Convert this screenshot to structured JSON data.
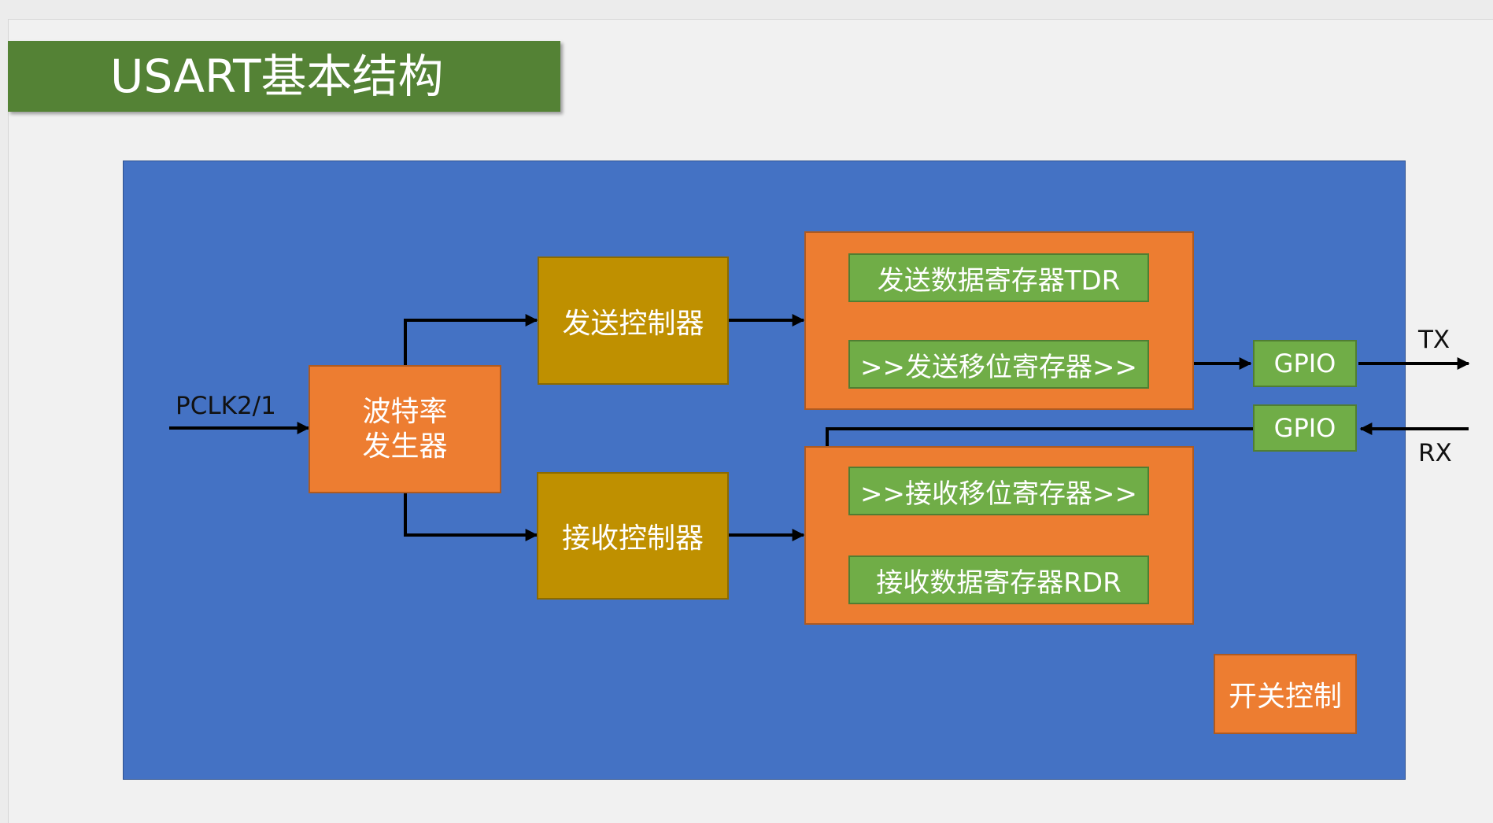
{
  "title": "USART基本结构",
  "colors": {
    "title_bg": "#548235",
    "panel_bg": "#4472c4",
    "orange": "#ed7d31",
    "gold": "#bf9000",
    "green": "#70ad47",
    "down_arrow": "#bf9000"
  },
  "diagram": {
    "input_label": "PCLK2/1",
    "baud_generator": {
      "line1": "波特率",
      "line2": "发生器"
    },
    "tx_controller": "发送控制器",
    "rx_controller": "接收控制器",
    "tx_group": {
      "data_register": "发送数据寄存器TDR",
      "shift_register": ">>发送移位寄存器>>"
    },
    "rx_group": {
      "shift_register": ">>接收移位寄存器>>",
      "data_register": "接收数据寄存器RDR"
    },
    "gpio_tx": "GPIO",
    "gpio_rx": "GPIO",
    "tx_label": "TX",
    "rx_label": "RX",
    "switch_control": "开关控制"
  }
}
